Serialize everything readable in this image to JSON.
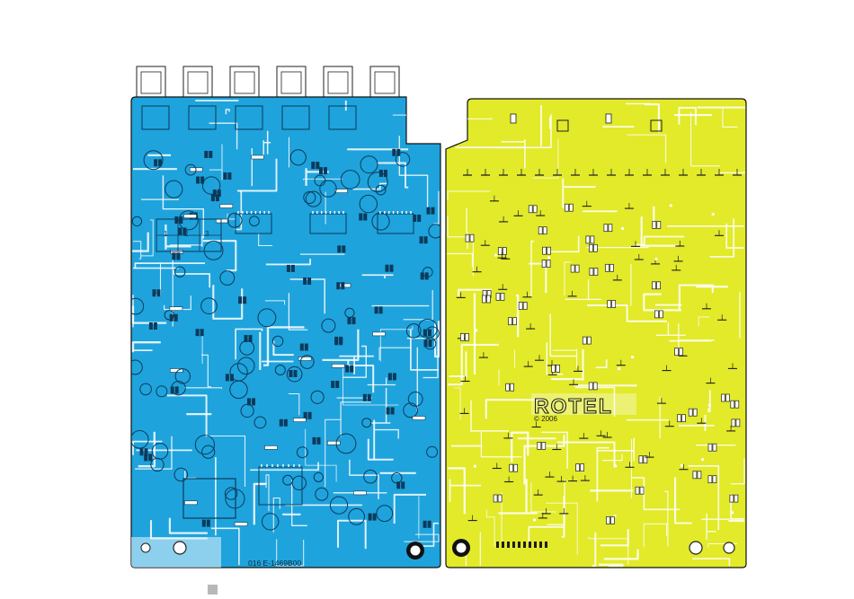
{
  "left_board": {
    "board_code": "016  E-1469B00",
    "connector_jacks": 6,
    "grid_markers": [
      "1",
      "2",
      "3"
    ],
    "colors": {
      "substrate": "#1fa3dc",
      "trace": "#ffffff",
      "component": "#0b3a5a",
      "outline": "#111111"
    }
  },
  "right_board": {
    "logo_text": "ROTEL",
    "copyright": "© 2006",
    "colors": {
      "substrate": "#e2ea2a",
      "trace": "#ffffff",
      "component": "#1d1d1d",
      "outline": "#111111"
    }
  },
  "page_marker": {
    "color": "#b8b8b8"
  }
}
